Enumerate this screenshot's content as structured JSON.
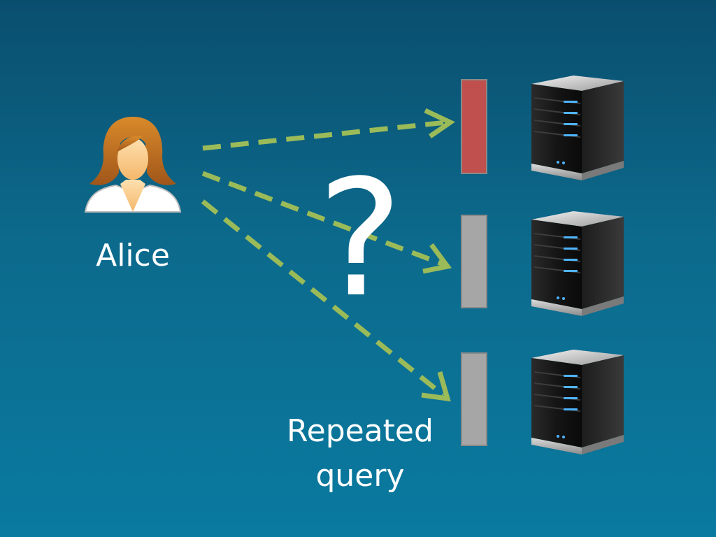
{
  "user": {
    "name": "Alice",
    "icon": "woman-user-icon"
  },
  "question_mark": "?",
  "repeated_query": {
    "line1": "Repeated",
    "line2": "query"
  },
  "servers": [
    {
      "id": "server-1",
      "status_color": "#c0504d",
      "icon": "server-icon"
    },
    {
      "id": "server-2",
      "status_color": "#a6a6a6",
      "icon": "server-icon"
    },
    {
      "id": "server-3",
      "status_color": "#a6a6a6",
      "icon": "server-icon"
    }
  ],
  "colors": {
    "arrow": "#9bbb59",
    "background": "#0b6385",
    "text": "#ffffff"
  }
}
